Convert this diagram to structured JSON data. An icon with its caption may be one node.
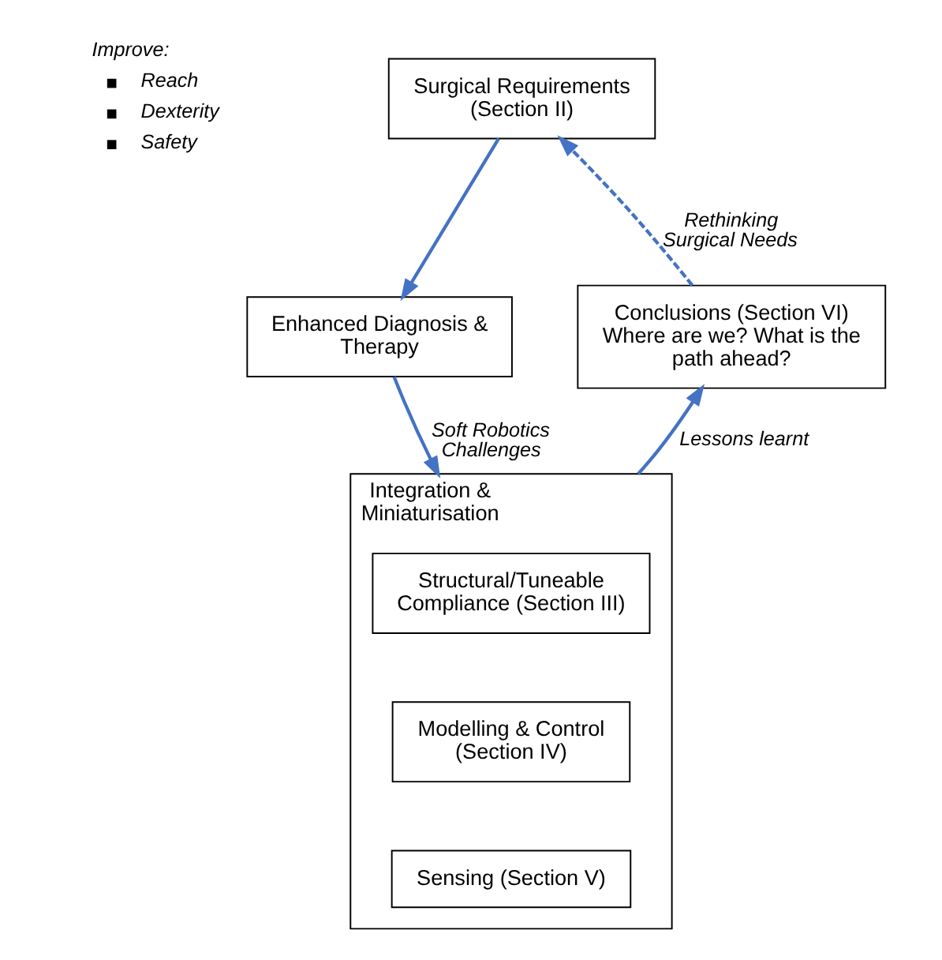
{
  "diagram": {
    "nodes": [
      {
        "text": [
          "Surgical Requirements (Section II)"
        ]
      },
      {
        "text": [
          "Enhanced Diagnosis & Therapy"
        ]
      },
      {
        "text": [
          "Conclusions (Section VI) Where are we? What is the path ahead?"
        ]
      },
      {
        "text": [
          "Integration & Miniaturisation"
        ]
      },
      {
        "text": [
          "Structural/Tuneable Compliance (Section III)"
        ],
        "in": 3
      },
      {
        "text": [
          "Modelling & Control (Section IV)"
        ],
        "in": 3
      },
      {
        "text": [
          "Sensing (Section V)"
        ],
        "in": 3
      }
    ],
    "edges": [
      {
        "from": 0,
        "to": 1,
        "arrow": "to"
      },
      {
        "from": 1,
        "to": 3,
        "arrow": "to",
        "label": "Soft Robotics Challenges"
      },
      {
        "from": 3,
        "to": 2,
        "arrow": "to",
        "label": "Lessons learnt"
      },
      {
        "from": 2,
        "to": 0,
        "arrow": "to",
        "label": "Rethinking Surgical Needs",
        "style": "dashed"
      }
    ],
    "labels": [
      "Improve:",
      "Reach",
      "Dexterity",
      "Safety"
    ]
  }
}
